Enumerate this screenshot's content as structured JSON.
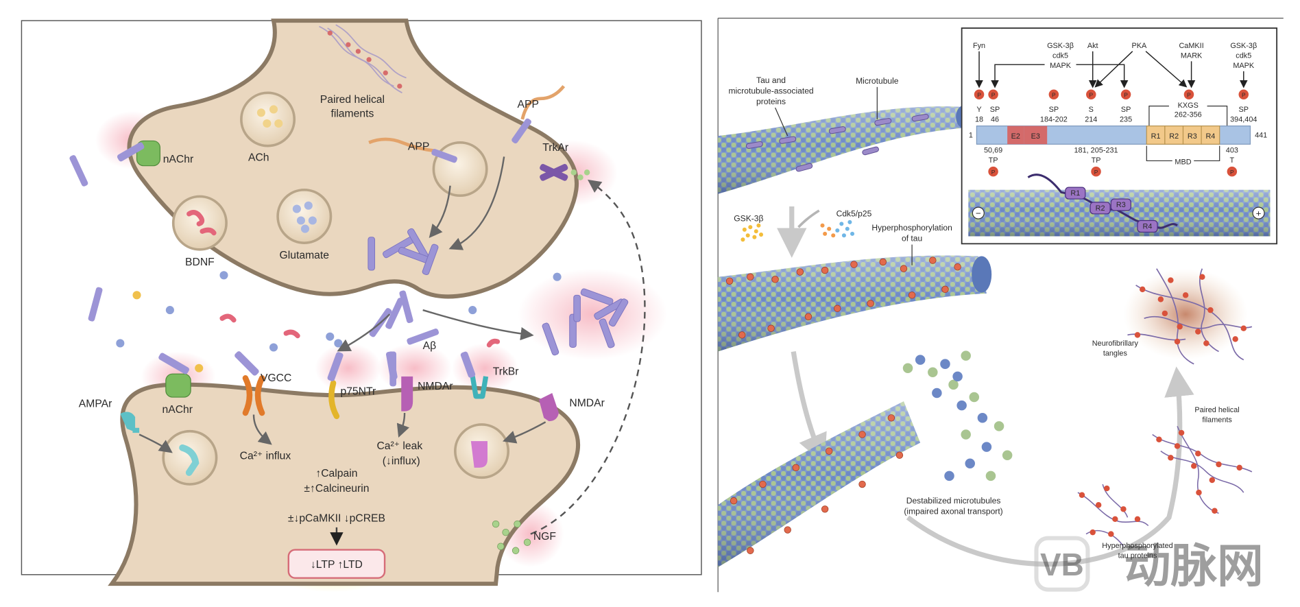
{
  "left_panel": {
    "labels": {
      "paired_helical": [
        "Paired helical",
        "filaments"
      ],
      "app_top": "APP",
      "app_mid": "APP",
      "nachr_top": "nAChr",
      "ach": "ACh",
      "bdnf": "BDNF",
      "glutamate": "Glutamate",
      "trkar": "TrkAr",
      "abeta": "Aβ",
      "vgcc": "VGCC",
      "p75ntr": "p75NTr",
      "nmdar_mid": "NMDAr",
      "trkbr": "TrkBr",
      "nmdar_right": "NMDAr",
      "ampar": "AMPAr",
      "nachr_bottom": "nAChr",
      "ca_influx": "Ca²⁺ influx",
      "ca_leak": [
        "Ca²⁺ leak",
        "(↓influx)"
      ],
      "calpain": [
        "↑Calpain",
        "±↑Calcineurin"
      ],
      "pcamkii": "±↓pCaMKII  ↓pCREB",
      "ltp_ltd": "↓LTP   ↑LTD",
      "ngf": "NGF"
    }
  },
  "right_panel": {
    "inset": {
      "kinases": [
        {
          "lines": [
            "Fyn"
          ]
        },
        {
          "lines": [
            "GSK-3β",
            "cdk5",
            "MAPK"
          ]
        },
        {
          "lines": [
            "Akt"
          ]
        },
        {
          "lines": [
            "PKA"
          ]
        },
        {
          "lines": [
            "CaMKII",
            "MARK"
          ]
        },
        {
          "lines": [
            "GSK-3β",
            "cdk5",
            "MAPK"
          ]
        }
      ],
      "sites_top": [
        {
          "lines": [
            "Y",
            "18"
          ]
        },
        {
          "lines": [
            "SP",
            "46"
          ]
        },
        {
          "lines": [
            "SP",
            "184-202"
          ]
        },
        {
          "lines": [
            "S",
            "214"
          ]
        },
        {
          "lines": [
            "SP",
            "235"
          ]
        },
        {
          "lines": [
            "SP",
            "394,404"
          ]
        }
      ],
      "kxgs": [
        "KXGS",
        "262-356"
      ],
      "domains": [
        "E2",
        "E3",
        "R1",
        "R2",
        "R3",
        "R4"
      ],
      "end_left": "1",
      "end_right": "441",
      "sites_bottom": [
        {
          "lines": [
            "50,69",
            "TP"
          ]
        },
        {
          "lines": [
            "181, 205-231",
            "TP"
          ]
        },
        {
          "lines": [
            "403",
            "T"
          ]
        }
      ],
      "mbd": "MBD",
      "bound_repeats": [
        "R1",
        "R2",
        "R3",
        "R4"
      ],
      "minus": "−",
      "plus": "+",
      "p": "P"
    },
    "labels": {
      "tau_proteins": [
        "Tau and",
        "microtubule-associated",
        "proteins"
      ],
      "microtubule": "Microtubule",
      "gsk": "GSK-3β",
      "cdk5": "Cdk5/p25",
      "hyperphos": [
        "Hyperphosphorylation",
        "of tau"
      ],
      "nft": [
        "Neurofibrillary",
        "tangles"
      ],
      "phf": [
        "Paired helical",
        "filaments"
      ],
      "destabilized": [
        "Destabilized microtubules",
        "(impaired axonal transport)"
      ],
      "hyper_tau": [
        "Hyperphosphorylated",
        "tau proteins"
      ]
    }
  },
  "watermark": "动脉网",
  "colors": {
    "neuron_fill": "#ead7bf",
    "neuron_stroke": "#8c7a64",
    "abeta": "#8f86cf",
    "microtubule_blue": "#6d8bc9",
    "microtubule_green": "#a7c48e",
    "phospho": "#d9523b",
    "nachr": "#7cbb5f",
    "vgcc": "#e17a2a",
    "p75": "#e3b52a",
    "nmda": "#b660b4",
    "trkb": "#3fb2b9",
    "trka": "#7b57a8",
    "ampa": "#5dc0c6"
  }
}
